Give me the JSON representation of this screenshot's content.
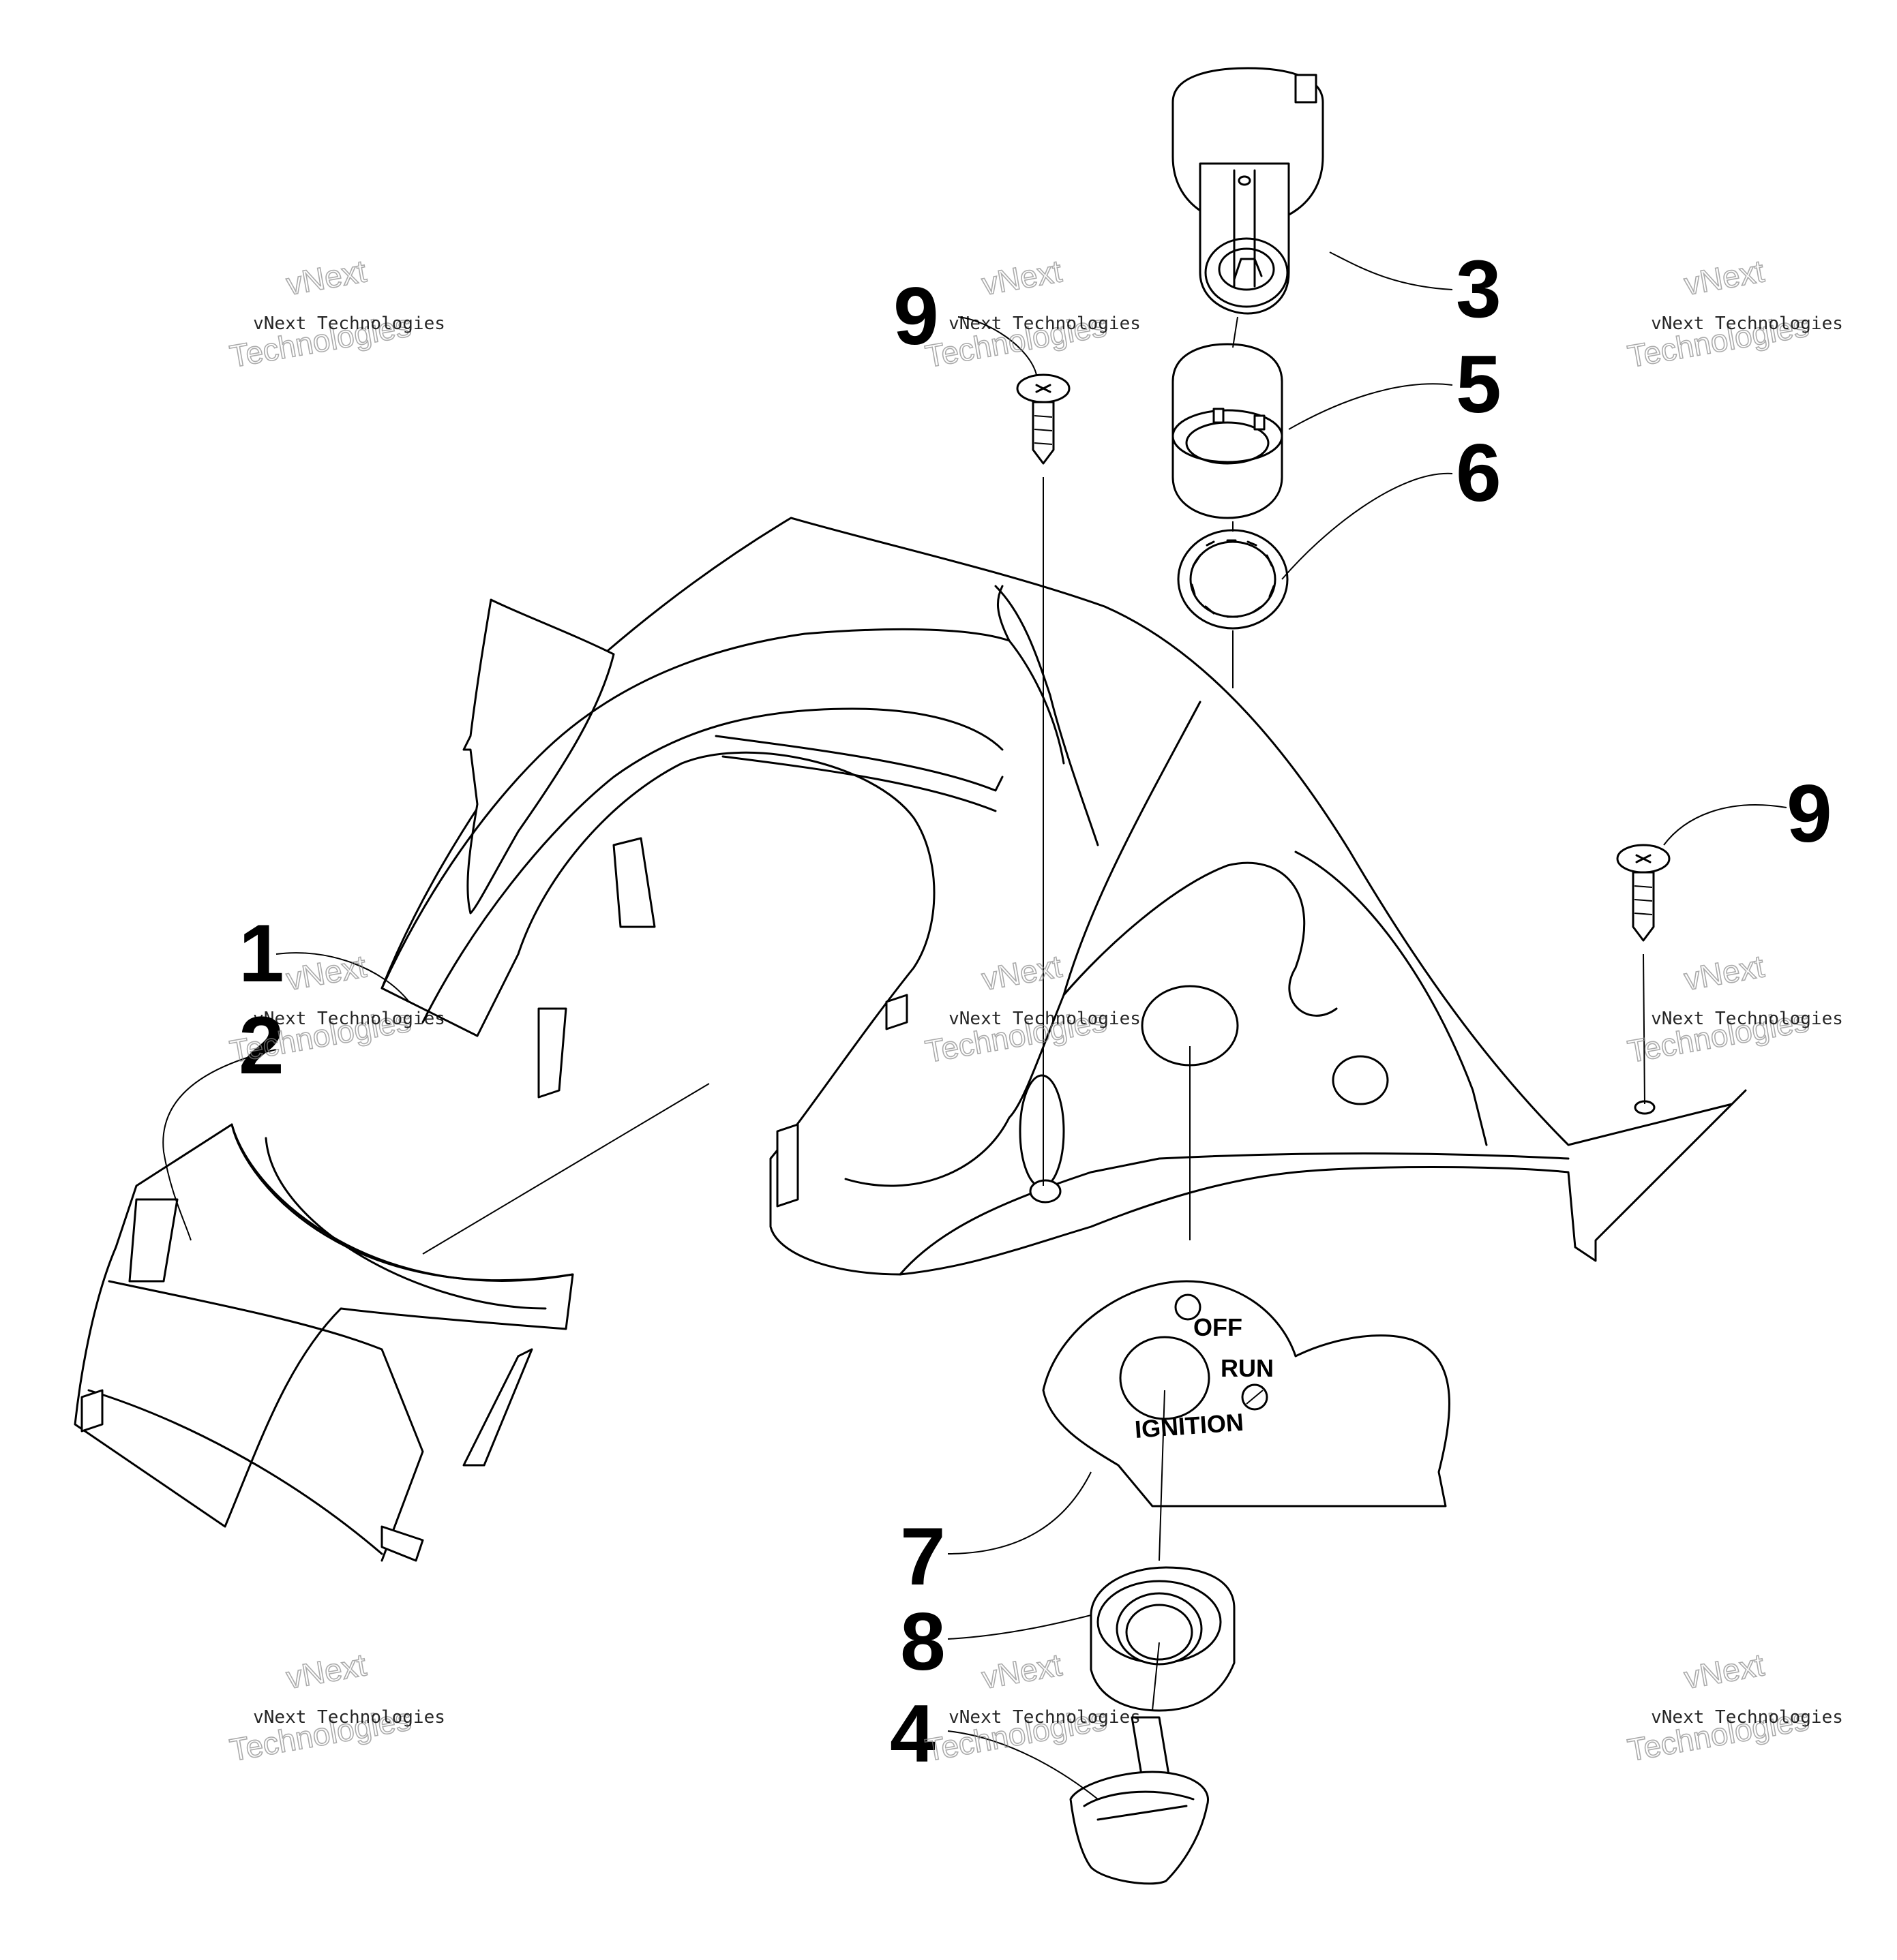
{
  "callouts": [
    {
      "id": "1",
      "label": "1"
    },
    {
      "id": "2",
      "label": "2"
    },
    {
      "id": "3",
      "label": "3"
    },
    {
      "id": "4",
      "label": "4"
    },
    {
      "id": "5",
      "label": "5"
    },
    {
      "id": "6",
      "label": "6"
    },
    {
      "id": "7",
      "label": "7"
    },
    {
      "id": "8",
      "label": "8"
    },
    {
      "id": "9a",
      "label": "9"
    },
    {
      "id": "9b",
      "label": "9"
    }
  ],
  "ignition_panel": {
    "off": "OFF",
    "run": "RUN",
    "ignition": "IGNITION"
  },
  "watermark": {
    "line1": "vNext",
    "line2": "Technologies",
    "small": "vNext Technologies"
  }
}
